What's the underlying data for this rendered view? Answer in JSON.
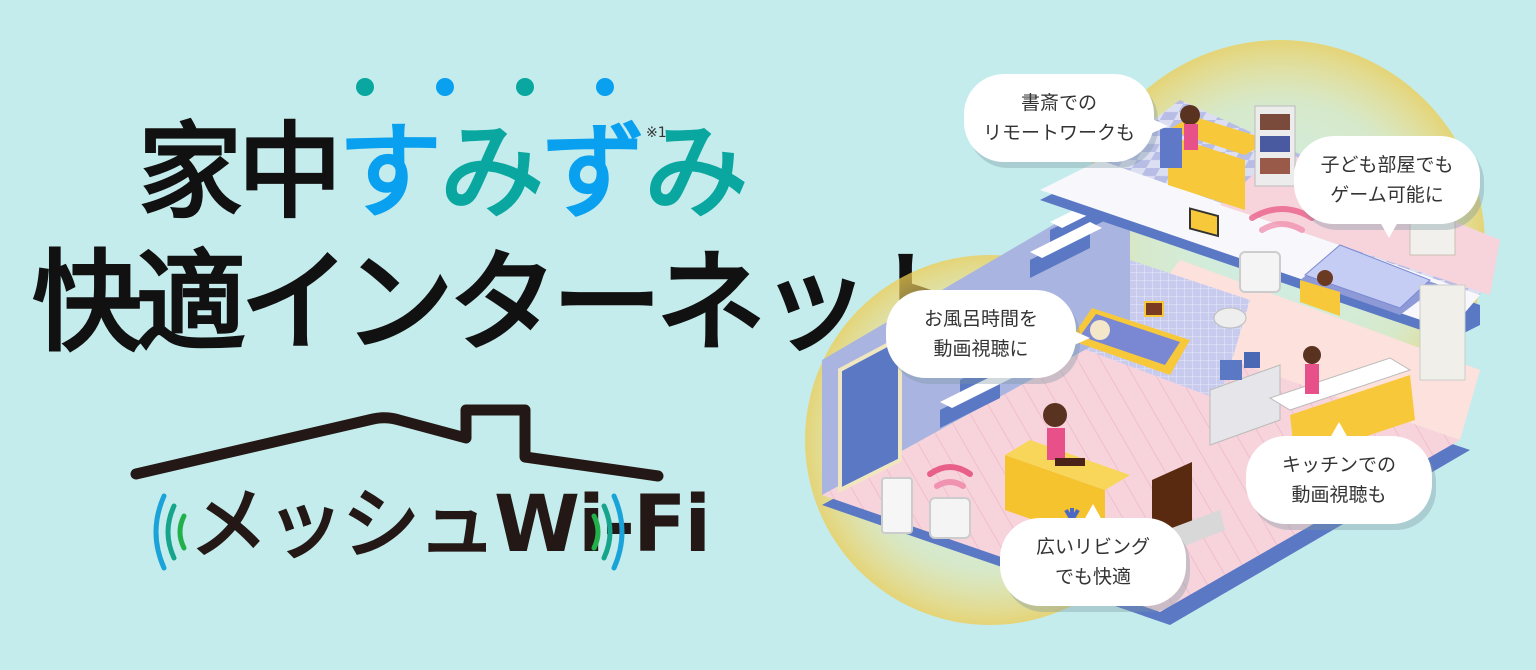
{
  "headline": {
    "line1_prefix": "家中",
    "line1_highlight": [
      "す",
      "み",
      "ず",
      "み"
    ],
    "line1_note": "※1",
    "line2": "快適インターネット",
    "emphasis_dots": 4
  },
  "logo": {
    "text": "メッシュWi-Fi"
  },
  "bubbles": [
    {
      "id": "study",
      "lines": [
        "書斎での",
        "リモートワークも"
      ]
    },
    {
      "id": "kids-room",
      "lines": [
        "子ども部屋でも",
        "ゲーム可能に"
      ]
    },
    {
      "id": "bath",
      "lines": [
        "お風呂時間を",
        "動画視聴に"
      ]
    },
    {
      "id": "kitchen",
      "lines": [
        "キッチンでの",
        "動画視聴も"
      ]
    },
    {
      "id": "living",
      "lines": [
        "広いリビング",
        "でも快適"
      ]
    }
  ],
  "colors": {
    "background": "#c4ecec",
    "text_dark": "#111111",
    "accent_blue": "#0aa0f0",
    "accent_teal": "#0aa6a0",
    "logo_dark": "#231815",
    "wave_blue": "#1aa3d8",
    "wave_green": "#22b04a",
    "floor_blue": "#5a78c4",
    "floor_pink": "#f7d3dc",
    "glow_yellow": "#f5d66a",
    "wifi_pink": "#e8608a"
  }
}
